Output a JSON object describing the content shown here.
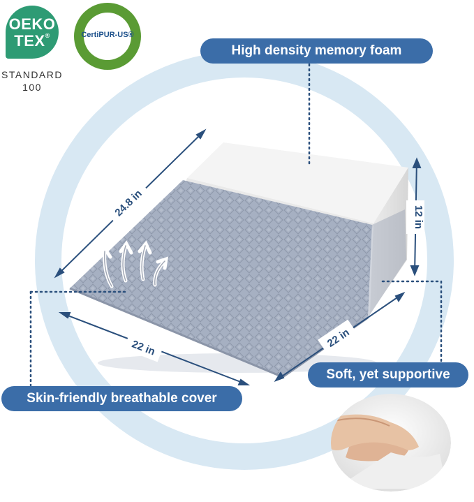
{
  "oeko_tex": {
    "line1": "OEKO",
    "line2": "TEX",
    "reg": "®",
    "standard": "STANDARD",
    "number": "100"
  },
  "certipur": {
    "name": "CertiPUR-US®"
  },
  "callouts": {
    "foam": "High density memory foam",
    "support": "Soft, yet supportive",
    "cover": "Skin-friendly breathable cover"
  },
  "dimensions": {
    "slope_length": "24.8 in",
    "height": "12 in",
    "depth": "22 in",
    "width": "22 in"
  },
  "colors": {
    "accent": "#3b6da8",
    "circle": "#d8e8f3",
    "cover_gray": "#a4aec0",
    "foam_white": "#f1f1f1",
    "oeko_green": "#2e9b74",
    "certi_green": "#5a9b34"
  }
}
